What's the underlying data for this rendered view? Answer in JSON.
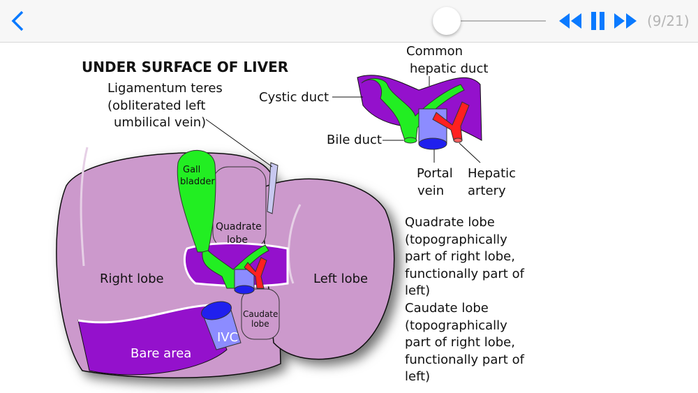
{
  "toolbar": {
    "back_icon": "chevron-left-icon",
    "slide_progress": 0.05,
    "rewind_icon": "rewind-icon",
    "pause_icon": "pause-icon",
    "forward_icon": "fast-forward-icon",
    "counter": "(9/21)",
    "accent": "#0a7aff"
  },
  "diagram": {
    "title": "UNDER SURFACE OF LIVER",
    "ligamentum": [
      "Ligamentum teres",
      "(obliterated left",
      "umbilical vein)"
    ],
    "common_hepatic": [
      "Common",
      "hepatic duct"
    ],
    "cystic_duct": "Cystic duct",
    "bile_duct": "Bile duct",
    "portal_vein": [
      "Portal",
      "vein"
    ],
    "hepatic_artery": [
      "Hepatic",
      "artery"
    ],
    "gall_bladder": [
      "Gall",
      "bladder"
    ],
    "quadrate": [
      "Quadrate",
      "lobe"
    ],
    "caudate": [
      "Caudate",
      "lobe"
    ],
    "right_lobe": "Right lobe",
    "left_lobe": "Left lobe",
    "bare_area": "Bare area",
    "ivc": "IVC",
    "colors": {
      "liver": "#cc99cc",
      "bare": "#9411cc",
      "duct": "#22ee22",
      "artery": "#ff2020",
      "vein": "#2020ee",
      "vein_light": "#8c8cff"
    }
  },
  "notes": [
    "Quadrate lobe",
    "(topographically",
    "part of right lobe,",
    "functionally part of",
    "left)",
    "Caudate lobe",
    "(topographically",
    "part of right lobe,",
    "functionally part of",
    "left)"
  ]
}
